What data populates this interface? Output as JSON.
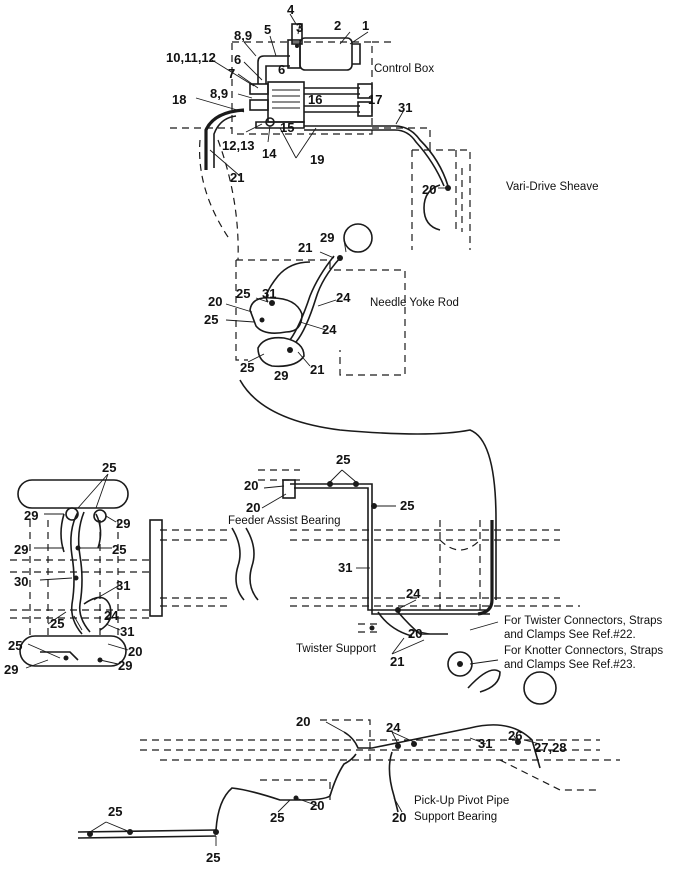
{
  "labels": {
    "control_box": "Control Box",
    "vari_drive_sheave": "Vari-Drive Sheave",
    "needle_yoke_rod": "Needle Yoke Rod",
    "feeder_assist_bearing": "Feeder Assist Bearing",
    "twister_support": "Twister Support",
    "twister_note_1": "For Twister Connectors, Straps",
    "twister_note_2": "and Clamps See Ref.#22.",
    "knotter_note_1": "For Knotter Connectors, Straps",
    "knotter_note_2": "and Clamps See Ref.#23.",
    "pickup_1": "Pick-Up Pivot Pipe",
    "pickup_2": "Support Bearing"
  },
  "callouts": {
    "c1": "1",
    "c2": "2",
    "c3": "3",
    "c4": "4",
    "c5": "5",
    "c6": "6",
    "c6b": "6",
    "c7": "7",
    "c89a": "8,9",
    "c89b": "8,9",
    "c101112": "10,11,12",
    "c1213": "12,13",
    "c14": "14",
    "c15": "15",
    "c16": "16",
    "c17": "17",
    "c18": "18",
    "c19": "19",
    "c20a": "20",
    "c21a": "21",
    "c31a": "31",
    "n21": "21",
    "n29": "29",
    "n25a": "25",
    "n31": "31",
    "n24a": "24",
    "n20": "20",
    "n25b": "25",
    "n24b": "24",
    "n25c": "25",
    "n29b": "29",
    "n21b": "21",
    "l25a": "25",
    "l29a": "29",
    "l29b": "29",
    "l29c": "29",
    "l25b": "25",
    "l30": "30",
    "l31a": "31",
    "l24": "24",
    "l25c": "25",
    "l31b": "31",
    "l25d": "25",
    "l20": "20",
    "l29d": "29",
    "l29e": "29",
    "m25": "25",
    "m20a": "20",
    "m20b": "20",
    "m25b": "25",
    "m31": "31",
    "m24": "24",
    "m20c": "20",
    "m21": "21",
    "p20a": "20",
    "p24": "24",
    "p31": "31",
    "p26": "26",
    "p2728": "27,28",
    "p25a": "25",
    "p20b": "20",
    "p20c": "20",
    "p25b": "25",
    "p25c": "25"
  }
}
